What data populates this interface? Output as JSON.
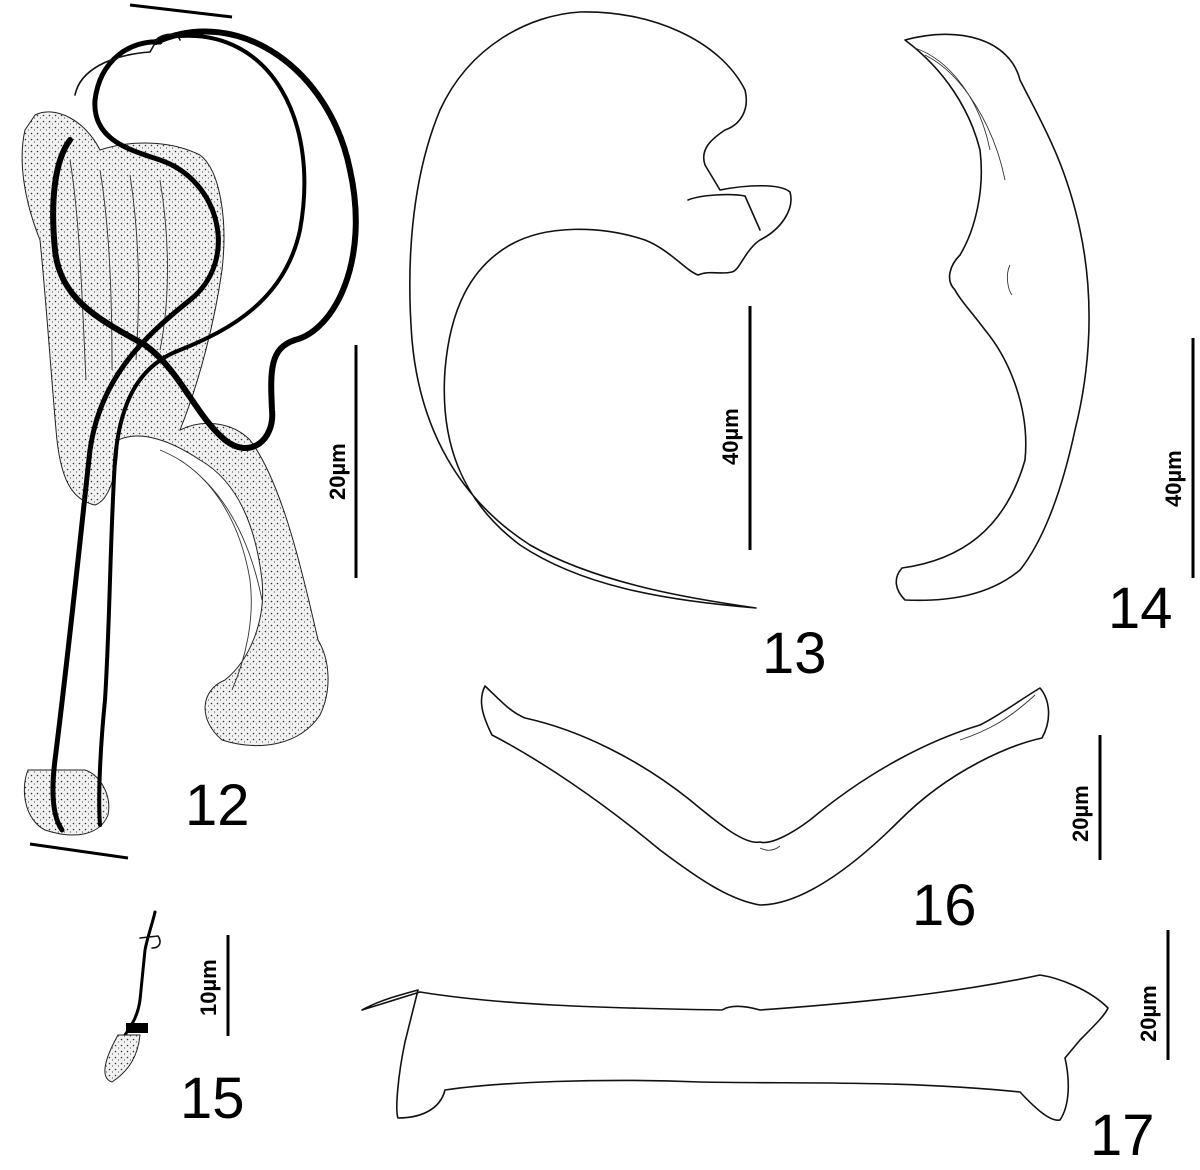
{
  "plate": {
    "figures": [
      {
        "number": "12",
        "scale_label": "20µm"
      },
      {
        "number": "13",
        "scale_label": "40µm"
      },
      {
        "number": "14",
        "scale_label": "40µm"
      },
      {
        "number": "15",
        "scale_label": "10µm"
      },
      {
        "number": "16",
        "scale_label": "20µm"
      },
      {
        "number": "17",
        "scale_label": "20µm"
      }
    ]
  }
}
